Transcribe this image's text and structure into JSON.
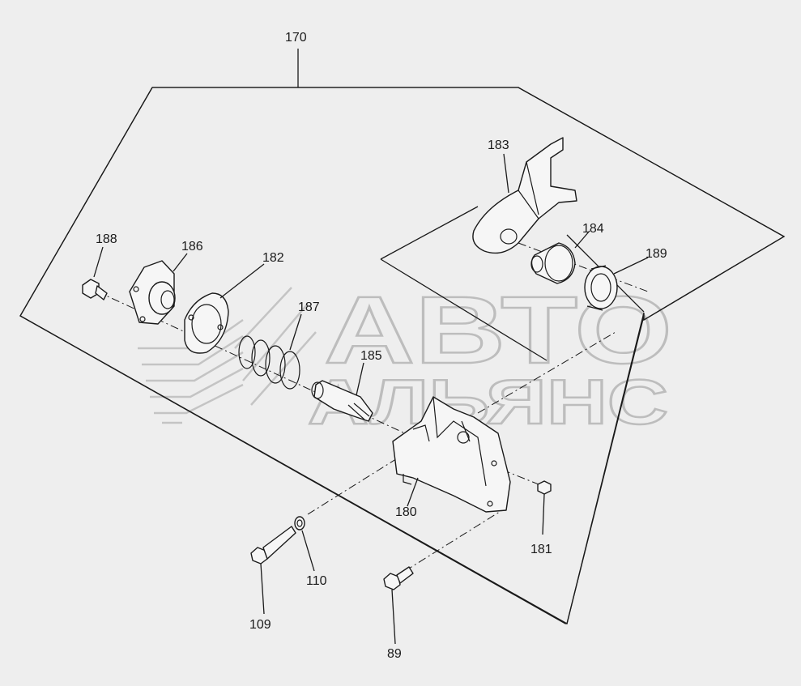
{
  "watermark": {
    "line1": "АВТО",
    "line2": "АЛЬЯНС"
  },
  "callouts": {
    "c170": "170",
    "c183": "183",
    "c184": "184",
    "c189": "189",
    "c188": "188",
    "c186": "186",
    "c182": "182",
    "c187": "187",
    "c185": "185",
    "c180": "180",
    "c181": "181",
    "c110": "110",
    "c109": "109",
    "c89": "89"
  },
  "colors": {
    "background": "#eeeeee",
    "linework": "#1a1a1a",
    "watermark": "#bdbdbd"
  }
}
